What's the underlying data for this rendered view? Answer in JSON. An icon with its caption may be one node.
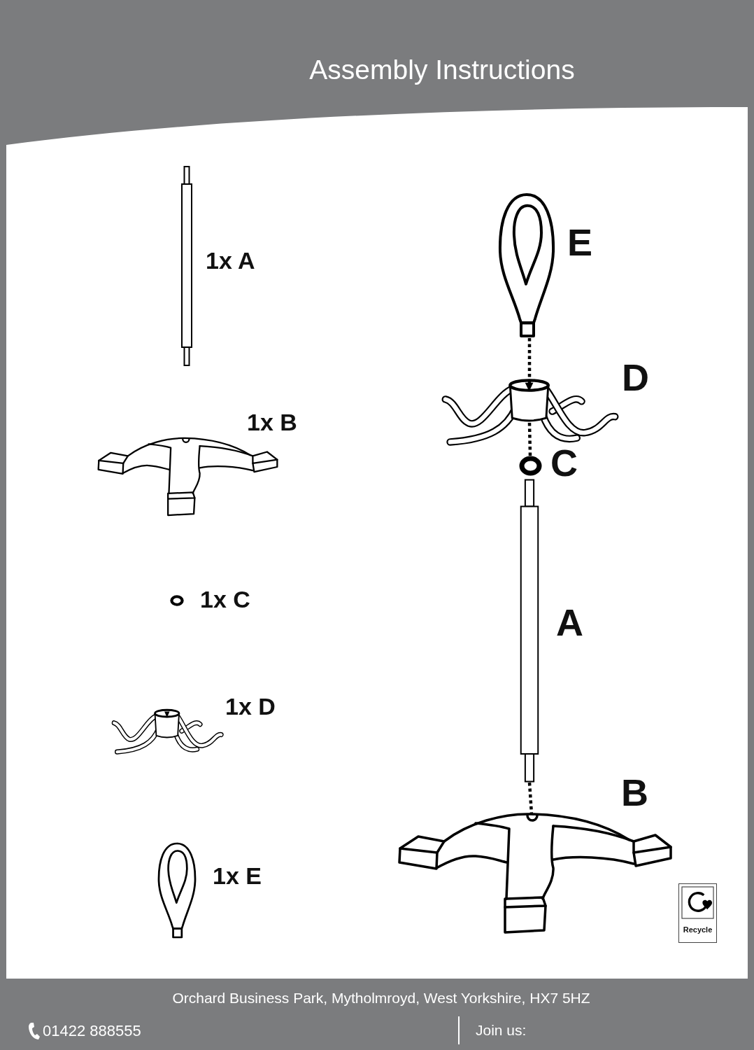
{
  "diagram": {
    "title": "Assembly Instructions",
    "nodes": [
      {
        "text": [],
        "shape": "bar",
        "beside": [
          "1x A"
        ]
      },
      {
        "text": [],
        "shape": "picture",
        "beside": [
          "1x B"
        ]
      },
      {
        "text": [],
        "shape": "circle",
        "beside": [
          "1x C"
        ]
      },
      {
        "text": [],
        "shape": "picture",
        "beside": [
          "1x D"
        ]
      },
      {
        "text": [],
        "shape": "picture",
        "beside": [
          "1x E"
        ]
      },
      {
        "text": [],
        "shape": "picture",
        "beside": [
          "E"
        ]
      },
      {
        "text": [],
        "shape": "picture",
        "beside": [
          "D"
        ]
      },
      {
        "text": [],
        "shape": "circle",
        "beside": [
          "C"
        ]
      },
      {
        "text": [],
        "shape": "bar",
        "beside": [
          "A"
        ]
      },
      {
        "text": [],
        "shape": "picture",
        "beside": [
          "B"
        ]
      }
    ],
    "edges": [
      {
        "from": 5,
        "to": 6,
        "arrow": "none",
        "style": "dashed"
      },
      {
        "from": 6,
        "to": 7,
        "arrow": "none",
        "style": "dashed"
      },
      {
        "from": 8,
        "to": 9,
        "arrow": "none",
        "style": "dashed"
      }
    ],
    "labels": [
      "Recycle",
      "Orchard Business Park, Mytholmroyd, West Yorkshire, HX7 5HZ",
      "01422 888555",
      "Join us:"
    ]
  }
}
